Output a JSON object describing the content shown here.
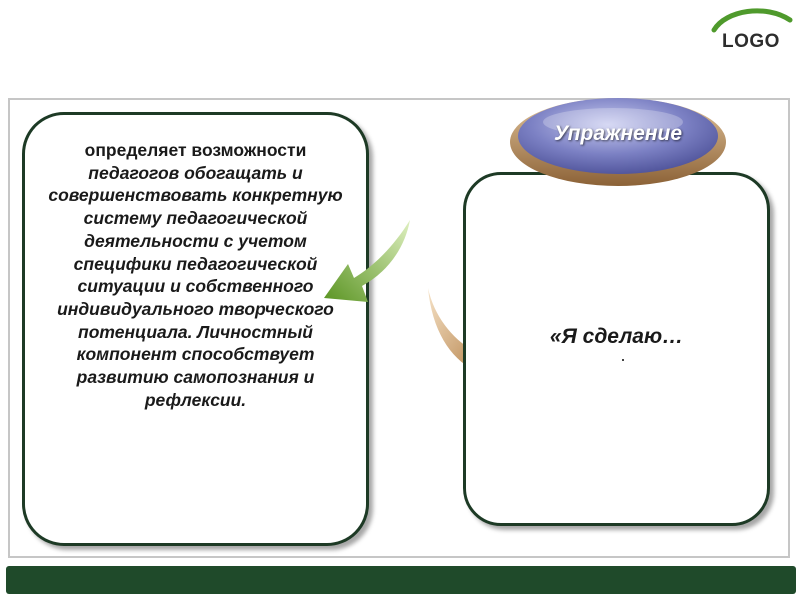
{
  "logo": {
    "text": "LOGO"
  },
  "left_box": {
    "lead": "определяет возможности",
    "text": "педагогов обогащать и совершенствовать конкретную систему педагогической деятельности с учетом специфики педагогической ситуации и собственного индивидуального творческого потенциала. Личностный компонент способствует развитию самопознания и рефлексии."
  },
  "badge": {
    "label": "Упражнение"
  },
  "right_box": {
    "text": "«Я  сделаю…",
    "dot": "."
  },
  "colors": {
    "dark_green": "#1f4a2a",
    "badge_purple": "#6f73b8",
    "badge_ring": "#b48a57",
    "arrow_green": "#6ca02a",
    "arrow_brown": "#b27a3d"
  }
}
